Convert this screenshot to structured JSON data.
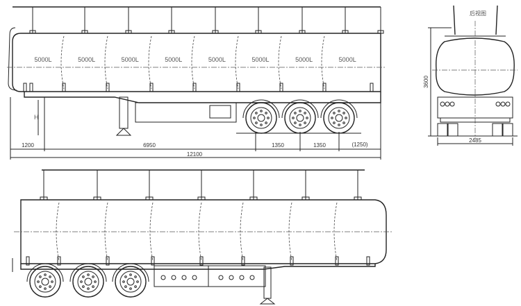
{
  "side_view": {
    "compartments": [
      "5000L",
      "5000L",
      "5000L",
      "5000L",
      "5000L",
      "5000L",
      "5000L",
      "5000L"
    ],
    "height_label": "H",
    "dimensions": {
      "front_overhang": "1200",
      "kingpin_to_axle": "6950",
      "axle_spacing_1": "1350",
      "axle_spacing_2": "1350",
      "rear_overhang": "(1250)",
      "total_length": "12100"
    }
  },
  "rear_view": {
    "title": "后视图",
    "height": "3600",
    "width": "2485"
  },
  "colors": {
    "line": "#222222",
    "background": "#ffffff"
  }
}
